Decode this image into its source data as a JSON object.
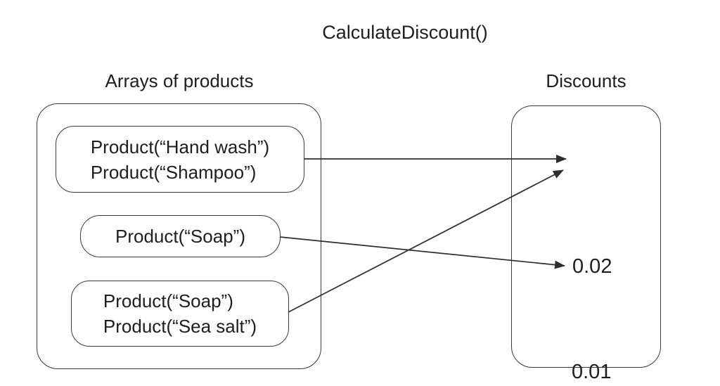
{
  "title": "CalculateDiscount()",
  "columns": {
    "products": {
      "heading": "Arrays of products",
      "groups": [
        {
          "lines": [
            "Product(“Hand wash”)",
            "Product(“Shampoo”)"
          ]
        },
        {
          "lines": [
            "Product(“Soap”)"
          ]
        },
        {
          "lines": [
            "Product(“Soap”)",
            "Product(“Sea salt”)"
          ]
        }
      ]
    },
    "discounts": {
      "heading": "Discounts",
      "values": [
        "0.02",
        "0.01"
      ]
    }
  },
  "mappings": [
    {
      "from_group": 1,
      "to_value": "0.02"
    },
    {
      "from_group": 2,
      "to_value": "0.01"
    },
    {
      "from_group": 3,
      "to_value": "0.02"
    }
  ],
  "colors": {
    "stroke": "#3a3a3a",
    "text": "#1e1e1e",
    "background": "#ffffff"
  }
}
